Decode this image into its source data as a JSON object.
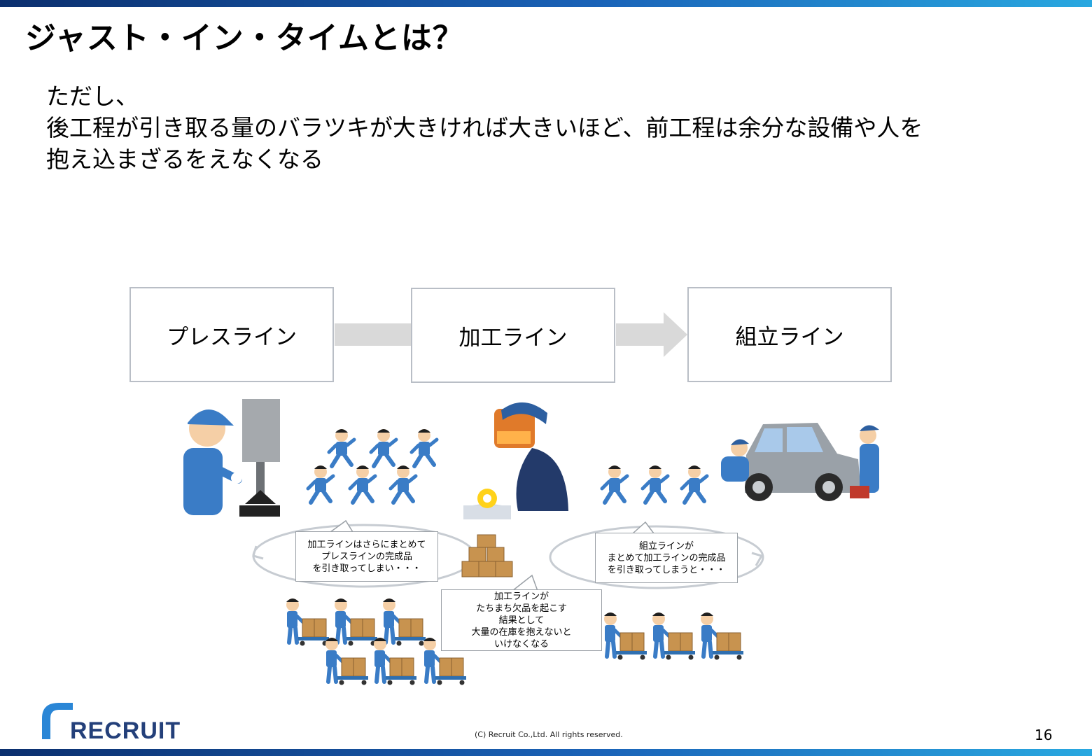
{
  "slide": {
    "title": "ジャスト・イン・タイムとは？",
    "body_lines": [
      "ただし、",
      "後工程が引き取る量のバラツキが大きければ大きいほど、前工程は余分な設備や人を",
      "抱え込まざるをえなくなる"
    ]
  },
  "flow": {
    "boxes": [
      "プレスライン",
      "加工ライン",
      "組立ライン"
    ]
  },
  "bubbles": {
    "left": [
      "加工ラインはさらにまとめて",
      "プレスラインの完成品",
      "を引き取ってしまい・・・"
    ],
    "right": [
      "組立ラインが",
      "まとめて加工ラインの完成品",
      "を引き取ってしまうと・・・"
    ],
    "center": [
      "加工ラインが",
      "たちまち欠品を起こす",
      "結果として",
      "大量の在庫を抱えないと",
      "いけなくなる"
    ]
  },
  "footer": {
    "logo": "RECRUIT",
    "copyright": "(C) Recruit Co.,Ltd. All rights reserved.",
    "page_number": "16"
  },
  "colors": {
    "brand_dark": "#0b2f6e",
    "brand_light": "#29a8e0",
    "worker_blue": "#3a7cc6",
    "box_border": "#b9bec6",
    "arrow_gray": "#d9d9d9"
  }
}
